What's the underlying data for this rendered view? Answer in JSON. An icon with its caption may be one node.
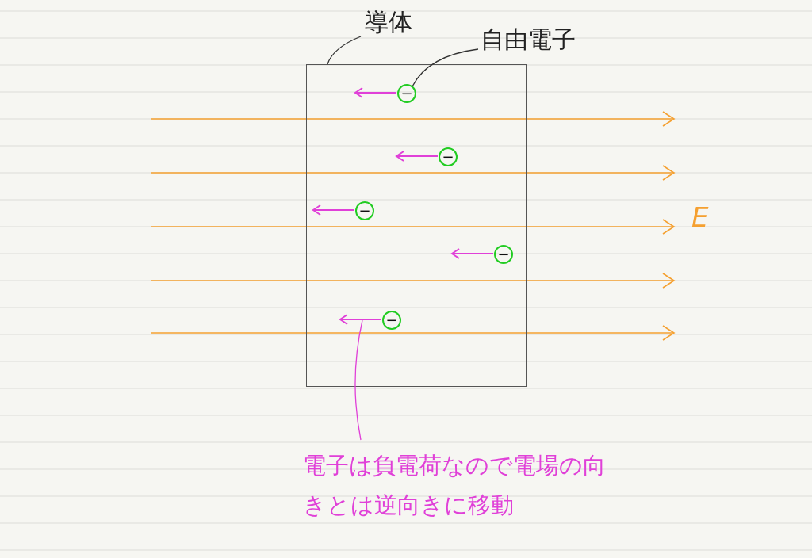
{
  "diagram": {
    "nodes": [
      {
        "text": [
          "導体"
        ]
      },
      {
        "text": [],
        "shape": "box"
      },
      {
        "text": [
          "自由電子"
        ]
      },
      {
        "text": [
          "−"
        ],
        "in": 1
      },
      {
        "text": [
          "−"
        ],
        "in": 1
      },
      {
        "text": [
          "−"
        ],
        "in": 1
      },
      {
        "text": [
          "−"
        ],
        "in": 1
      },
      {
        "text": [
          "−"
        ],
        "in": 1
      },
      {
        "text": [
          "電子は負電荷なので電場の向きとは逆向きに移動"
        ]
      }
    ],
    "edges": [
      {
        "from": 0,
        "to": 1,
        "arrow": "none"
      },
      {
        "from": 2,
        "to": 3,
        "arrow": "none"
      },
      {
        "from": 8,
        "to": null,
        "arrow": "none",
        "color": "#e040d8"
      }
    ],
    "labels": [
      "E"
    ]
  }
}
